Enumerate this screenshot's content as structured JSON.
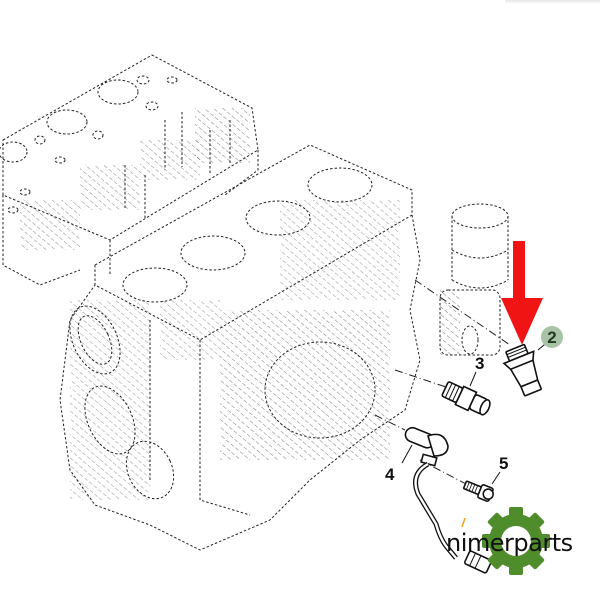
{
  "diagram": {
    "type": "exploded parts view",
    "subject": "engine cylinder block with sensors",
    "components": [
      {
        "id": "engine-block",
        "label": "",
        "style": "dashed/phantom outline"
      },
      {
        "id": "cylinder-head",
        "label": "",
        "style": "dashed/phantom outline"
      },
      {
        "id": "oil-filter",
        "label": "",
        "style": "dashed/phantom outline"
      },
      {
        "id": "oil-pressure-switch",
        "label": "2",
        "style": "solid outline",
        "highlighted": true
      },
      {
        "id": "temperature-sensor",
        "label": "3",
        "style": "solid outline"
      },
      {
        "id": "speed-sensor-with-harness",
        "label": "4",
        "style": "solid outline"
      },
      {
        "id": "bolt",
        "label": "5",
        "style": "solid outline"
      }
    ]
  },
  "callouts": {
    "c2": "2",
    "c3": "3",
    "c4": "4",
    "c5": "5"
  },
  "highlight": {
    "arrow_color": "#f01414",
    "badge_color": "#a9c3a6",
    "badge_text_color": "#1f3a22",
    "points_to": "2"
  },
  "watermark": {
    "text": "nimerparts",
    "gear_color": "#4e8c2c",
    "accent_color": "#f2a31b"
  }
}
